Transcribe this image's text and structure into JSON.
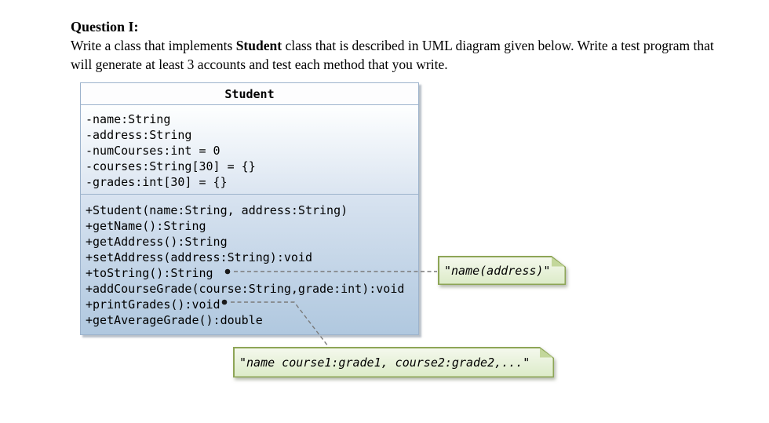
{
  "question": {
    "title": "Question I:",
    "body_pre": "Write a class that implements ",
    "body_bold": "Student",
    "body_post": " class that is described in UML diagram given below. Write a test program that will generate at least 3 accounts and test each method that you write."
  },
  "uml_class": {
    "name": "Student",
    "fields": [
      "-name:String",
      "-address:String",
      "-numCourses:int = 0",
      "-courses:String[30] = {}",
      "-grades:int[30] = {}"
    ],
    "methods": [
      "+Student(name:String, address:String)",
      "+getName():String",
      "+getAddress():String",
      "+setAddress(address:String):void",
      "+toString():String",
      "+addCourseGrade(course:String,grade:int):void",
      "+printGrades():void",
      "+getAverageGrade():double"
    ]
  },
  "callouts": {
    "tostring_note": "\"name(address)\"",
    "printgrades_note": "\"name course1:grade1, course2:grade2,...\""
  },
  "colors": {
    "box_border": "#9db3cc",
    "methods_fill_top": "#d8e3f0",
    "methods_fill_bottom": "#b0c8df",
    "fields_fill_bottom": "#dbe5f1",
    "note_border": "#8da556",
    "note_fill_top": "#f4f8ec",
    "note_fill_bottom": "#dcebc8",
    "connector": "#7a7a7a",
    "text": "#000000"
  }
}
